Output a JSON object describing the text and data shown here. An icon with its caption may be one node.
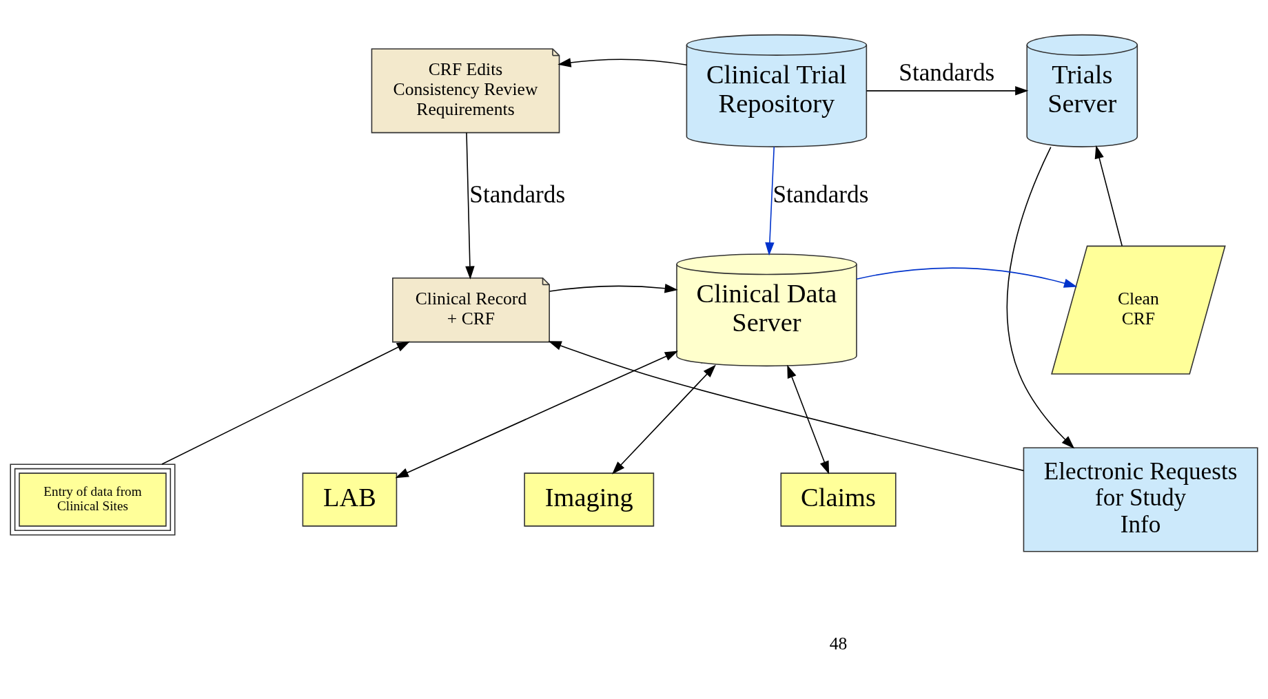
{
  "diagram": {
    "nodes": [
      {
        "text": [
          "CRF Edits Consistency Review Requirements"
        ]
      },
      {
        "text": [
          "Clinical Trial Repository"
        ]
      },
      {
        "text": [
          "Trials Server"
        ]
      },
      {
        "text": [
          "Clinical Record + CRF"
        ]
      },
      {
        "text": [
          "Clinical Data Server"
        ]
      },
      {
        "text": [
          "Clean CRF"
        ]
      },
      {
        "text": [
          "Electronic Requests for Study Info"
        ]
      },
      {
        "text": [
          "Entry of data from Clinical Sites"
        ]
      },
      {
        "text": [
          "LAB"
        ]
      },
      {
        "text": [
          "Imaging"
        ]
      },
      {
        "text": [
          "Claims"
        ]
      }
    ],
    "edges": [
      {
        "from": 1,
        "to": 0,
        "arrow": "to"
      },
      {
        "from": 1,
        "to": 2,
        "arrow": "to",
        "label": "Standards"
      },
      {
        "from": 0,
        "to": 3,
        "arrow": "to",
        "label": "Standards"
      },
      {
        "from": 1,
        "to": 4,
        "arrow": "to",
        "label": "Standards",
        "color": "#0033cc"
      },
      {
        "from": 3,
        "to": 4,
        "arrow": "to"
      },
      {
        "from": 4,
        "to": 5,
        "arrow": "to",
        "color": "#0033cc"
      },
      {
        "from": 5,
        "to": 2,
        "arrow": "to"
      },
      {
        "from": 2,
        "to": 6,
        "arrow": "to"
      },
      {
        "from": 6,
        "to": 3,
        "arrow": "to"
      },
      {
        "from": 7,
        "to": 3,
        "arrow": "to"
      },
      {
        "from": 4,
        "to": 8,
        "arrow": "both"
      },
      {
        "from": 4,
        "to": 9,
        "arrow": "both"
      },
      {
        "from": 4,
        "to": 10,
        "arrow": "both"
      }
    ],
    "labels": [
      "48"
    ]
  }
}
